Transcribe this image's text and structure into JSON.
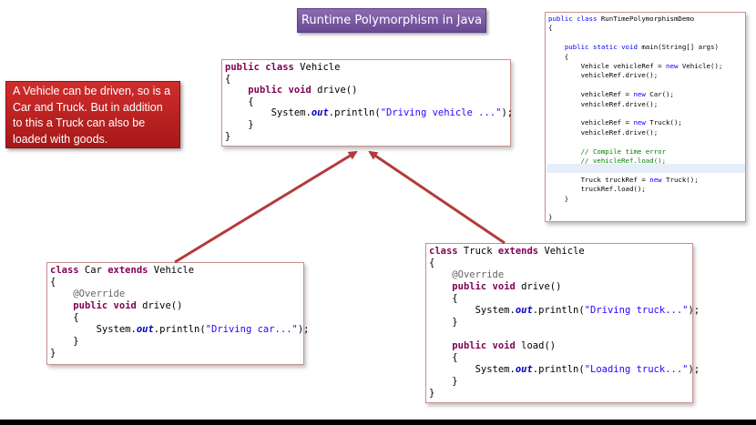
{
  "title": "Runtime Polymorphism in Java",
  "note": "A Vehicle can be driven, so is a\nCar and Truck. But in addition\nto this a Truck can also be\nloaded with goods.",
  "vehicle_code": [
    [
      [
        "kw",
        "public class"
      ],
      [
        "t",
        " Vehicle"
      ]
    ],
    [
      [
        "t",
        "{"
      ]
    ],
    [
      [
        "t",
        "    "
      ],
      [
        "kw",
        "public void"
      ],
      [
        "t",
        " drive()"
      ]
    ],
    [
      [
        "t",
        "    {"
      ]
    ],
    [
      [
        "t",
        "        System."
      ],
      [
        "out",
        "out"
      ],
      [
        "t",
        ".println("
      ],
      [
        "str",
        "\"Driving vehicle ...\""
      ],
      [
        "t",
        ");"
      ]
    ],
    [
      [
        "t",
        "    }"
      ]
    ],
    [
      [
        "t",
        "}"
      ]
    ]
  ],
  "car_code": [
    [
      [
        "kw",
        "class"
      ],
      [
        "t",
        " Car "
      ],
      [
        "kw",
        "extends"
      ],
      [
        "t",
        " Vehicle"
      ]
    ],
    [
      [
        "t",
        "{"
      ]
    ],
    [
      [
        "t",
        "    "
      ],
      [
        "ann",
        "@Override"
      ]
    ],
    [
      [
        "t",
        "    "
      ],
      [
        "kw",
        "public void"
      ],
      [
        "t",
        " drive()"
      ]
    ],
    [
      [
        "t",
        "    {"
      ]
    ],
    [
      [
        "t",
        "        System."
      ],
      [
        "out",
        "out"
      ],
      [
        "t",
        ".println("
      ],
      [
        "str",
        "\"Driving car...\""
      ],
      [
        "t",
        ");"
      ]
    ],
    [
      [
        "t",
        "    }"
      ]
    ],
    [
      [
        "t",
        "}"
      ]
    ]
  ],
  "truck_code": [
    [
      [
        "kw",
        "class"
      ],
      [
        "t",
        " Truck "
      ],
      [
        "kw",
        "extends"
      ],
      [
        "t",
        " Vehicle"
      ]
    ],
    [
      [
        "t",
        "{"
      ]
    ],
    [
      [
        "t",
        "    "
      ],
      [
        "ann",
        "@Override"
      ]
    ],
    [
      [
        "t",
        "    "
      ],
      [
        "kw",
        "public void"
      ],
      [
        "t",
        " drive()"
      ]
    ],
    [
      [
        "t",
        "    {"
      ]
    ],
    [
      [
        "t",
        "        System."
      ],
      [
        "out",
        "out"
      ],
      [
        "t",
        ".println("
      ],
      [
        "str",
        "\"Driving truck...\""
      ],
      [
        "t",
        ");"
      ]
    ],
    [
      [
        "t",
        "    }"
      ]
    ],
    [
      [
        "t",
        ""
      ]
    ],
    [
      [
        "t",
        "    "
      ],
      [
        "kw",
        "public void"
      ],
      [
        "t",
        " load()"
      ]
    ],
    [
      [
        "t",
        "    {"
      ]
    ],
    [
      [
        "t",
        "        System."
      ],
      [
        "out",
        "out"
      ],
      [
        "t",
        ".println("
      ],
      [
        "str",
        "\"Loading truck...\""
      ],
      [
        "t",
        ");"
      ]
    ],
    [
      [
        "t",
        "    }"
      ]
    ],
    [
      [
        "t",
        "}"
      ]
    ]
  ],
  "demo_code": [
    [
      [
        "dkw",
        "public class"
      ],
      [
        "t",
        " RunTimePolymorphismDemo"
      ]
    ],
    [
      [
        "t",
        "{"
      ]
    ],
    [
      [
        "t",
        ""
      ]
    ],
    [
      [
        "t",
        "    "
      ],
      [
        "dkw",
        "public static void"
      ],
      [
        "t",
        " main(String[] args)"
      ]
    ],
    [
      [
        "t",
        "    {"
      ]
    ],
    [
      [
        "t",
        "        Vehicle vehicleRef = "
      ],
      [
        "dkw",
        "new"
      ],
      [
        "t",
        " Vehicle();"
      ]
    ],
    [
      [
        "t",
        "        vehicleRef.drive();"
      ]
    ],
    [
      [
        "t",
        ""
      ]
    ],
    [
      [
        "t",
        "        vehicleRef = "
      ],
      [
        "dkw",
        "new"
      ],
      [
        "t",
        " Car();"
      ]
    ],
    [
      [
        "t",
        "        vehicleRef.drive();"
      ]
    ],
    [
      [
        "t",
        ""
      ]
    ],
    [
      [
        "t",
        "        vehicleRef = "
      ],
      [
        "dkw",
        "new"
      ],
      [
        "t",
        " Truck();"
      ]
    ],
    [
      [
        "t",
        "        vehicleRef.drive();"
      ]
    ],
    [
      [
        "t",
        ""
      ]
    ],
    [
      [
        "dcm",
        "        // Compile time error"
      ]
    ],
    [
      [
        "dcm",
        "        // vehicleRef.load();"
      ]
    ],
    [
      [
        "t",
        ""
      ]
    ],
    [
      [
        "t",
        "        Truck truckRef = "
      ],
      [
        "dkw",
        "new"
      ],
      [
        "t",
        " Truck();"
      ]
    ],
    [
      [
        "t",
        "        truckRef.load();"
      ]
    ],
    [
      [
        "t",
        "    }"
      ]
    ],
    [
      [
        "t",
        ""
      ]
    ],
    [
      [
        "t",
        "}"
      ]
    ]
  ],
  "colors": {
    "arrow": "#b53a3a",
    "title_bg": "#7b5aa6",
    "note_bg": "#c0201f"
  },
  "icons": [
    "inheritance-arrow-car",
    "inheritance-arrow-truck"
  ]
}
